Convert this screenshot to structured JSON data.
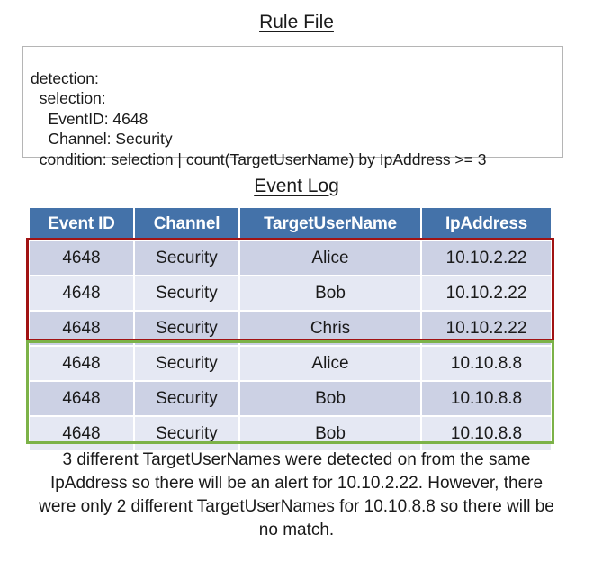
{
  "rule_section": {
    "title": "Rule File",
    "code": "detection:\n  selection:\n    EventID: 4648\n    Channel: Security\n  condition: selection | count(TargetUserName) by IpAddress >= 3"
  },
  "log_section": {
    "title": "Event Log",
    "columns": [
      "Event ID",
      "Channel",
      "TargetUserName",
      "IpAddress"
    ],
    "rows": [
      {
        "event_id": "4648",
        "channel": "Security",
        "target_user_name": "Alice",
        "ip_address": "10.10.2.22"
      },
      {
        "event_id": "4648",
        "channel": "Security",
        "target_user_name": "Bob",
        "ip_address": "10.10.2.22"
      },
      {
        "event_id": "4648",
        "channel": "Security",
        "target_user_name": "Chris",
        "ip_address": "10.10.2.22"
      },
      {
        "event_id": "4648",
        "channel": "Security",
        "target_user_name": "Alice",
        "ip_address": "10.10.8.8"
      },
      {
        "event_id": "4648",
        "channel": "Security",
        "target_user_name": "Bob",
        "ip_address": "10.10.8.8"
      },
      {
        "event_id": "4648",
        "channel": "Security",
        "target_user_name": "Bob",
        "ip_address": "10.10.8.8"
      }
    ],
    "highlight_groups": [
      {
        "name": "alert-group",
        "rows": [
          1,
          2,
          3
        ],
        "color": "#a11313"
      },
      {
        "name": "no-match-group",
        "rows": [
          4,
          5,
          6
        ],
        "color": "#7cb248"
      }
    ]
  },
  "caption": "3 different TargetUserNames were detected on from the same IpAddress so there will be an alert for 10.10.2.22. However, there were only 2 different TargetUserNames for 10.10.8.8 so there will be no match.",
  "colors": {
    "header_blue": "#4472a9",
    "row_dark": "#ccd1e4",
    "row_light": "#e5e8f3",
    "alert_border": "#a11313",
    "nomatch_border": "#7cb248",
    "rule_box_border": "#b5b5b5"
  }
}
